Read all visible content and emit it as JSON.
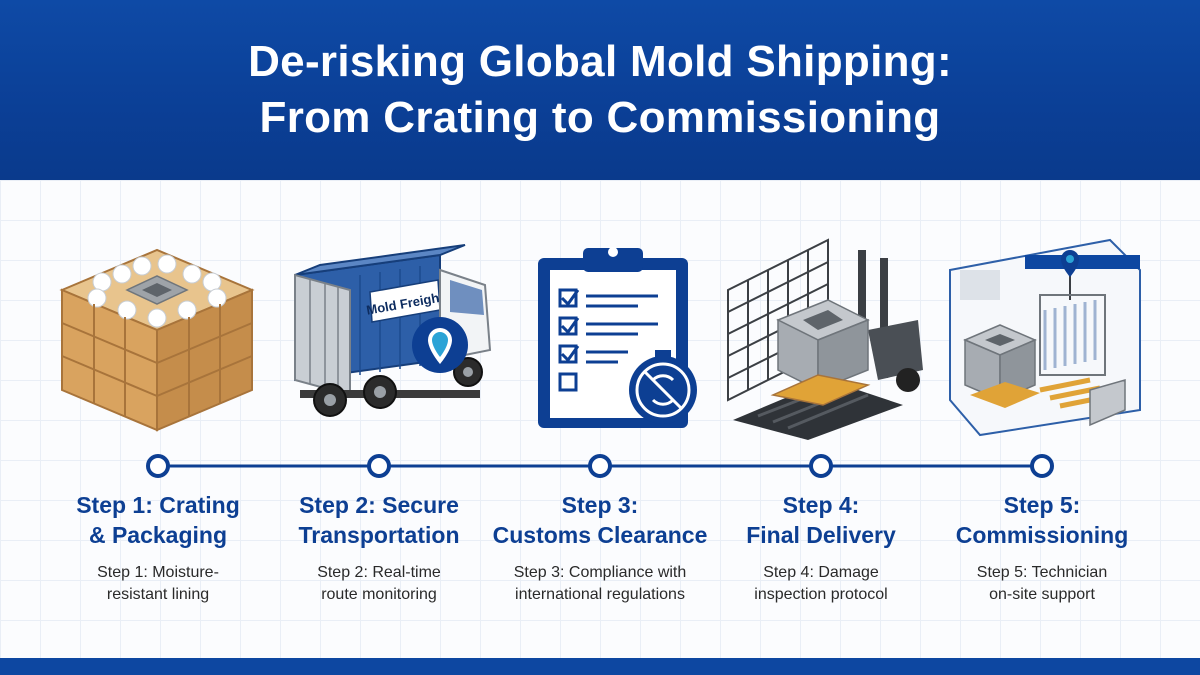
{
  "header": {
    "title_line1": "De-risking Global Mold Shipping:",
    "title_line2": "From Crating to Commissioning"
  },
  "illustrations": {
    "truck_label": "Mold Freight"
  },
  "steps": [
    {
      "title_line1": "Step 1: Crating",
      "title_line2": "& Packaging",
      "desc_line1": "Step 1: Moisture-",
      "desc_line2": "resistant lining"
    },
    {
      "title_line1": "Step 2: Secure",
      "title_line2": "Transportation",
      "desc_line1": "Step 2: Real-time",
      "desc_line2": "route monitoring"
    },
    {
      "title_line1": "Step 3:",
      "title_line2": "Customs Clearance",
      "desc_line1": "Step 3: Compliance with",
      "desc_line2": "international regulations"
    },
    {
      "title_line1": "Step 4:",
      "title_line2": "Final Delivery",
      "desc_line1": "Step 4: Damage",
      "desc_line2": "inspection protocol"
    },
    {
      "title_line1": "Step 5:",
      "title_line2": "Commissioning",
      "desc_line1": "Step 5: Technician",
      "desc_line2": "on-site support"
    }
  ],
  "colors": {
    "brand_blue": "#0d47a1",
    "title_text": "#0d3f93",
    "wood": "#d9a35f",
    "steel": "#9ea3a8"
  }
}
